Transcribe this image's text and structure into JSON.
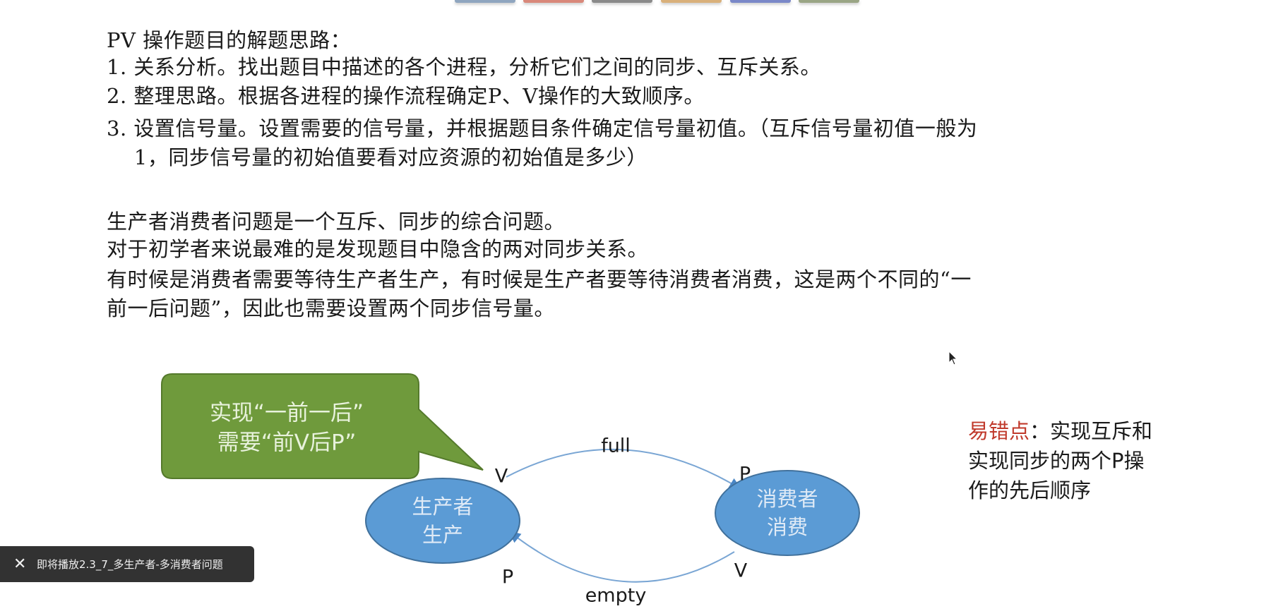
{
  "tab_colors": [
    "#8fa5bf",
    "#d9887a",
    "#8a8a8a",
    "#d9b07a",
    "#7a88c8",
    "#9aa585"
  ],
  "text": {
    "lines": [
      "PV 操作题目的解题思路：",
      "1.  关系分析。找出题目中描述的各个进程，分析它们之间的同步、互斥关系。",
      "2.  整理思路。根据各进程的操作流程确定P、V操作的大致顺序。",
      "3.  设置信号量。设置需要的信号量，并根据题目条件确定信号量初值。（互斥信号量初值一般为",
      "    1，同步信号量的初始值要看对应资源的初始值是多少）",
      "生产者消费者问题是一个互斥、同步的综合问题。",
      "对于初学者来说最难的是发现题目中隐含的两对同步关系。",
      "有时候是消费者需要等待生产者生产，有时候是生产者要等待消费者消费，这是两个不同的“一",
      "前一后问题”，因此也需要设置两个同步信号量。"
    ]
  },
  "diagram": {
    "callout": [
      "实现“一前一后”",
      "需要“前V后P”"
    ],
    "producer": [
      "生产者",
      "生产"
    ],
    "consumer": [
      "消费者",
      "消费"
    ],
    "full_label": "full",
    "empty_label": "empty",
    "producer_top_op": "V",
    "consumer_top_op": "P",
    "producer_bottom_op": "P",
    "consumer_bottom_op": "V",
    "colors": {
      "callout": "#6f9a3c",
      "ellipse": "#5b9bd5",
      "arc": "#7aa6d4"
    }
  },
  "note": {
    "highlight": "易错点",
    "line1_rest": "：实现互斥和",
    "line2": "实现同步的两个P操",
    "line3": "作的先后顺序"
  },
  "toast": {
    "close_icon": "close-icon",
    "label": "即将播放2.3_7_多生产者-多消费者问题"
  }
}
